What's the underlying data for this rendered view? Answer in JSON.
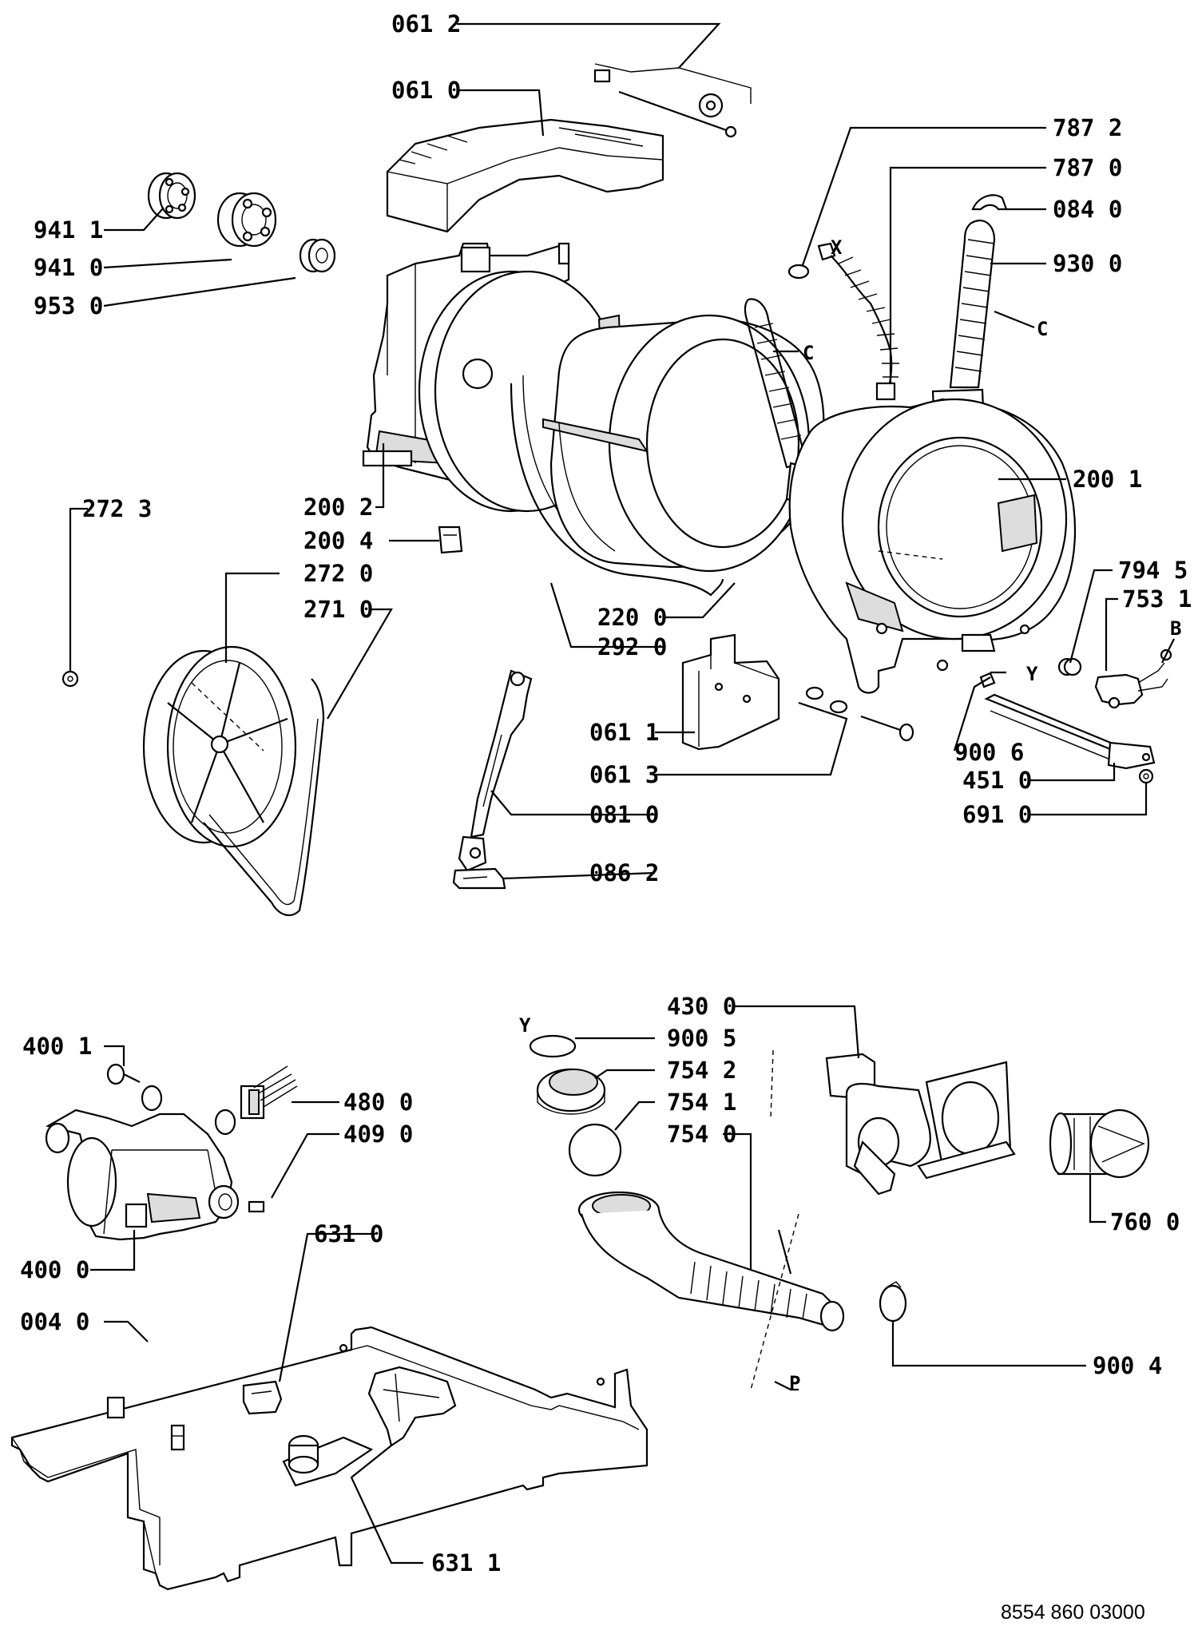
{
  "labels": {
    "l0612": "061 2",
    "l0610": "061 0",
    "l7872": "787 2",
    "l7870": "787 0",
    "l0840": "084 0",
    "l9300": "930 0",
    "l9411": "941 1",
    "l9410": "941 0",
    "l9530": "953 0",
    "l2001": "200 1",
    "l2002": "200 2",
    "l2004": "200 4",
    "l2723": "272 3",
    "l2720": "272 0",
    "l2710": "271 0",
    "l2200": "220 0",
    "l2920": "292 0",
    "l7945": "794 5",
    "l7531": "753 1",
    "l0611": "061 1",
    "l0613": "061 3",
    "l0810": "081 0",
    "l0862": "086 2",
    "l9006": "900 6",
    "l4510": "451 0",
    "l6910": "691 0",
    "l4300": "430 0",
    "l9005": "900 5",
    "l7542": "754 2",
    "l7541": "754 1",
    "l7540": "754 0",
    "l7600": "760 0",
    "l9004": "900 4",
    "l4001": "400 1",
    "l4800": "480 0",
    "l4090": "409 0",
    "l4000": "400 0",
    "l6310": "631 0",
    "l0040": "004 0",
    "l6311": "631 1"
  },
  "letters": {
    "x": "X",
    "c1": "C",
    "c2": "C",
    "b": "B",
    "y1": "Y",
    "y2": "Y",
    "p": "P"
  },
  "reference_number": "8554 860 03000"
}
